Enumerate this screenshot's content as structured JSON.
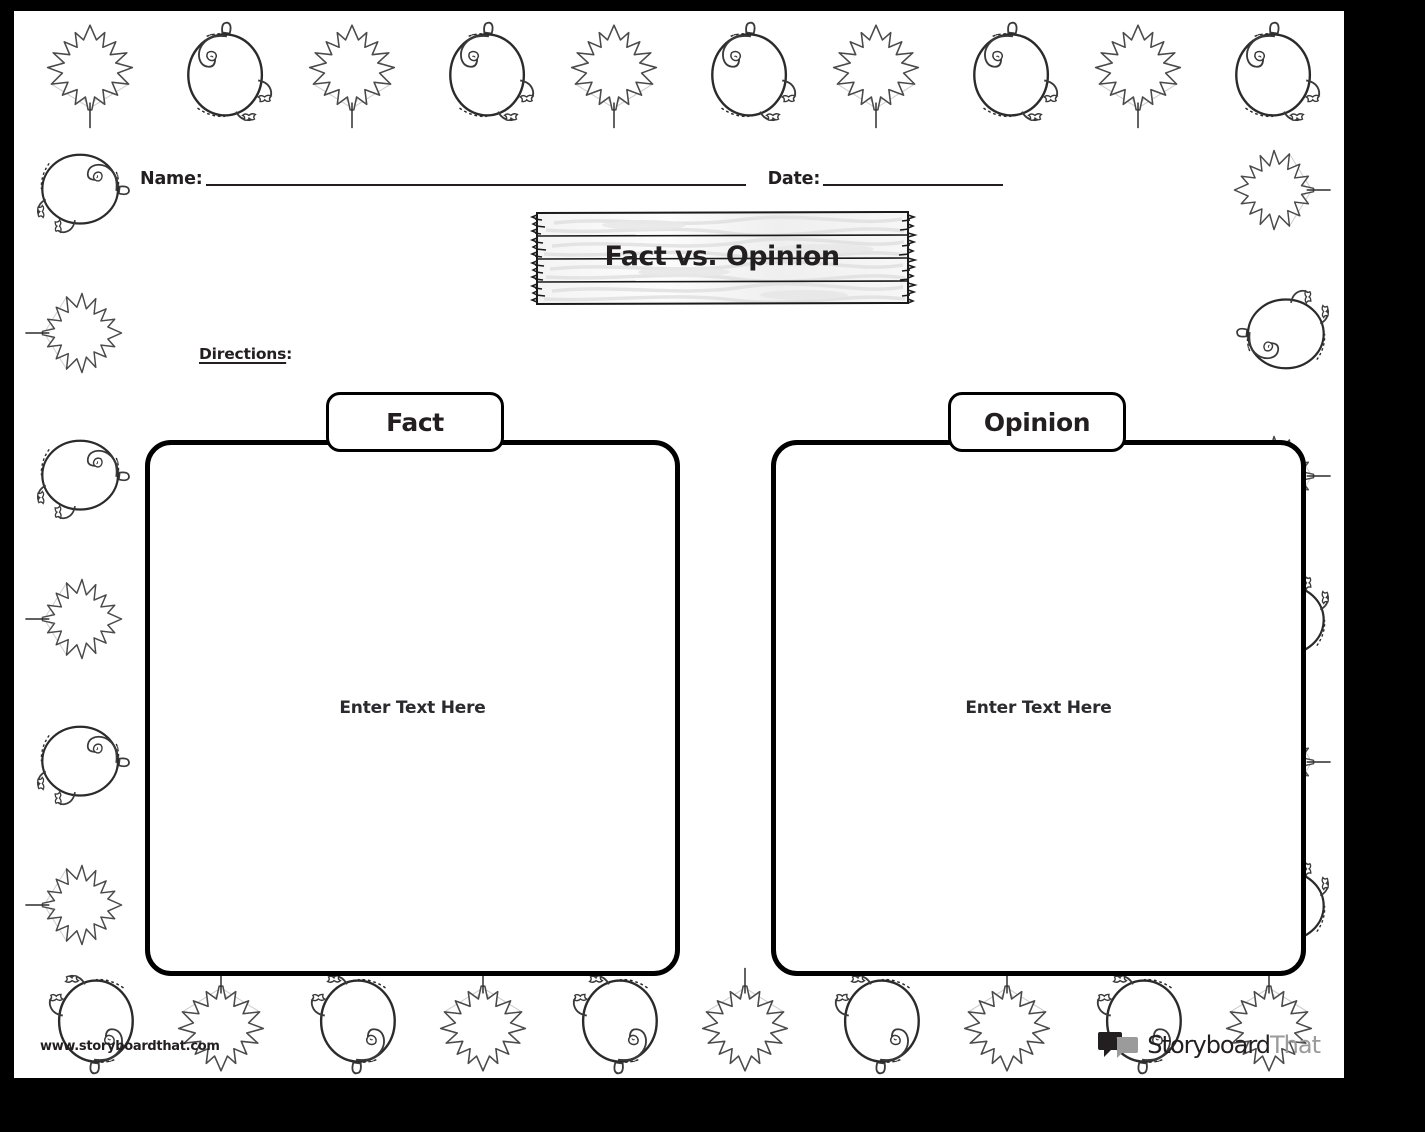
{
  "document": {
    "type": "worksheet",
    "title": "Fact vs. Opinion",
    "theme": "autumn-leaves-pumpkins"
  },
  "header": {
    "name_label": "Name:",
    "date_label": "Date:",
    "name_value": "",
    "date_value": ""
  },
  "sign": {
    "title": "Fact vs. Opinion"
  },
  "directions": {
    "label": "Directions",
    "colon": ":",
    "text": ""
  },
  "columns": [
    {
      "tab_label": "Fact",
      "placeholder": "Enter Text Here",
      "value": ""
    },
    {
      "tab_label": "Opinion",
      "placeholder": "Enter Text Here",
      "value": ""
    }
  ],
  "footer": {
    "site": "www.storyboardthat.com",
    "logo_primary": "Storyboard",
    "logo_secondary": "That"
  },
  "border": {
    "top_icons": [
      "maple-leaf",
      "pumpkin",
      "maple-leaf",
      "pumpkin",
      "maple-leaf",
      "pumpkin",
      "maple-leaf",
      "pumpkin",
      "maple-leaf",
      "pumpkin"
    ],
    "bottom_icons": [
      "pumpkin",
      "maple-leaf",
      "pumpkin",
      "maple-leaf",
      "pumpkin",
      "maple-leaf",
      "pumpkin",
      "maple-leaf",
      "pumpkin",
      "maple-leaf"
    ],
    "left_icons": [
      "pumpkin",
      "maple-leaf",
      "pumpkin",
      "maple-leaf",
      "pumpkin",
      "maple-leaf"
    ],
    "right_icons": [
      "maple-leaf",
      "pumpkin",
      "maple-leaf",
      "pumpkin",
      "maple-leaf",
      "pumpkin"
    ]
  },
  "colors": {
    "ink": "#231f20",
    "frame": "#000000",
    "paper": "#ffffff",
    "logo_grey": "#9b9b9b",
    "leaf_vein": "#cfcfcf"
  }
}
